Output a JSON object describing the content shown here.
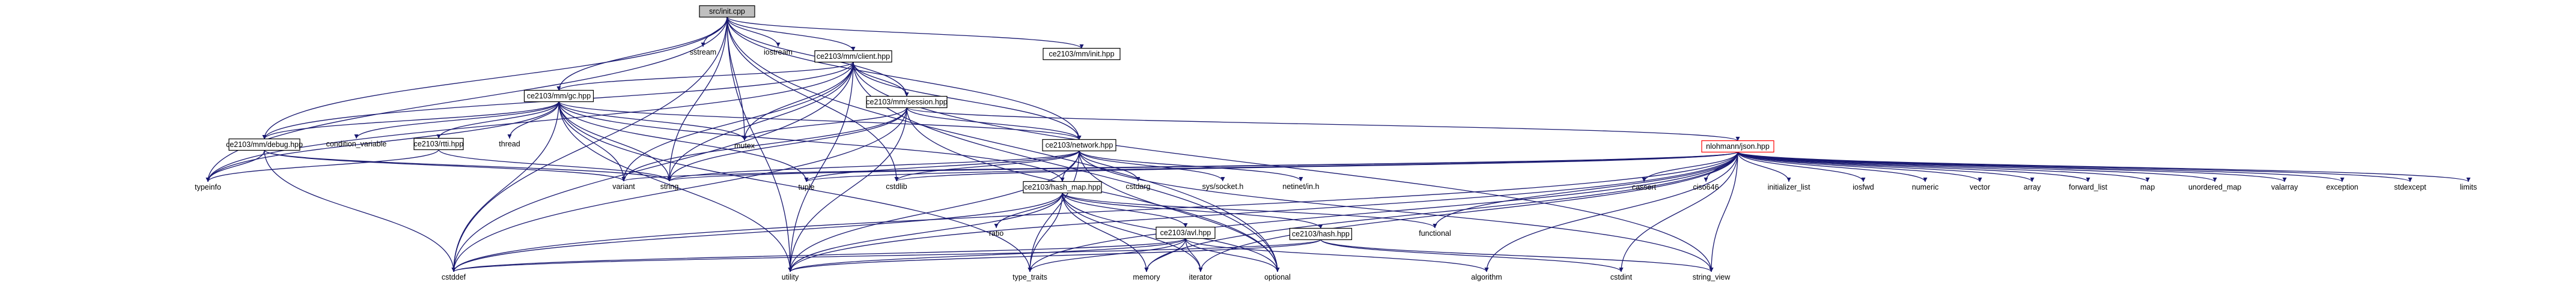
{
  "diagram": {
    "type": "include-dependency-graph",
    "edge_color": "#191970",
    "highlight_color": "#ff0000",
    "root_fill": "#bfbfbf",
    "nodes": [
      {
        "id": "src_init",
        "label": "src/init.cpp",
        "boxed": true,
        "root": true
      },
      {
        "id": "sstream",
        "label": "sstream",
        "boxed": false
      },
      {
        "id": "iostream",
        "label": "iostream",
        "boxed": false
      },
      {
        "id": "client",
        "label": "ce2103/mm/client.hpp",
        "boxed": true
      },
      {
        "id": "init_hpp",
        "label": "ce2103/mm/init.hpp",
        "boxed": true
      },
      {
        "id": "gc",
        "label": "ce2103/mm/gc.hpp",
        "boxed": true
      },
      {
        "id": "session",
        "label": "ce2103/mm/session.hpp",
        "boxed": true
      },
      {
        "id": "cond_var",
        "label": "condition_variable",
        "boxed": false
      },
      {
        "id": "thread",
        "label": "thread",
        "boxed": false
      },
      {
        "id": "mutex",
        "label": "mutex",
        "boxed": false
      },
      {
        "id": "debug",
        "label": "ce2103/mm/debug.hpp",
        "boxed": true
      },
      {
        "id": "rtti",
        "label": "ce2103/rtti.hpp",
        "boxed": true
      },
      {
        "id": "network",
        "label": "ce2103/network.hpp",
        "boxed": true
      },
      {
        "id": "json",
        "label": "nlohmann/json.hpp",
        "boxed": true,
        "highlight": true
      },
      {
        "id": "typeinfo",
        "label": "typeinfo",
        "boxed": false
      },
      {
        "id": "variant",
        "label": "variant",
        "boxed": false
      },
      {
        "id": "string",
        "label": "string",
        "boxed": false
      },
      {
        "id": "tuple",
        "label": "tuple",
        "boxed": false
      },
      {
        "id": "cstdlib",
        "label": "cstdlib",
        "boxed": false
      },
      {
        "id": "cstdarg",
        "label": "cstdarg",
        "boxed": false
      },
      {
        "id": "sys_socket",
        "label": "sys/socket.h",
        "boxed": false
      },
      {
        "id": "netinet",
        "label": "netinet/in.h",
        "boxed": false
      },
      {
        "id": "cassert",
        "label": "cassert",
        "boxed": false
      },
      {
        "id": "ciso646",
        "label": "ciso646",
        "boxed": false
      },
      {
        "id": "init_list",
        "label": "initializer_list",
        "boxed": false
      },
      {
        "id": "iosfwd",
        "label": "iosfwd",
        "boxed": false
      },
      {
        "id": "numeric",
        "label": "numeric",
        "boxed": false
      },
      {
        "id": "vector",
        "label": "vector",
        "boxed": false
      },
      {
        "id": "array",
        "label": "array",
        "boxed": false
      },
      {
        "id": "forward_list",
        "label": "forward_list",
        "boxed": false
      },
      {
        "id": "map",
        "label": "map",
        "boxed": false
      },
      {
        "id": "unordered_map",
        "label": "unordered_map",
        "boxed": false
      },
      {
        "id": "valarray",
        "label": "valarray",
        "boxed": false
      },
      {
        "id": "exception",
        "label": "exception",
        "boxed": false
      },
      {
        "id": "stdexcept",
        "label": "stdexcept",
        "boxed": false
      },
      {
        "id": "limits",
        "label": "limits",
        "boxed": false
      },
      {
        "id": "hash_map",
        "label": "ce2103/hash_map.hpp",
        "boxed": true
      },
      {
        "id": "ratio",
        "label": "ratio",
        "boxed": false
      },
      {
        "id": "functional",
        "label": "functional",
        "boxed": false
      },
      {
        "id": "hash",
        "label": "ce2103/hash.hpp",
        "boxed": true
      },
      {
        "id": "avl",
        "label": "ce2103/avl.hpp",
        "boxed": true
      },
      {
        "id": "cstddef",
        "label": "cstddef",
        "boxed": false
      },
      {
        "id": "utility",
        "label": "utility",
        "boxed": false
      },
      {
        "id": "type_traits",
        "label": "type_traits",
        "boxed": false
      },
      {
        "id": "memory",
        "label": "memory",
        "boxed": false
      },
      {
        "id": "iterator",
        "label": "iterator",
        "boxed": false
      },
      {
        "id": "optional",
        "label": "optional",
        "boxed": false
      },
      {
        "id": "algorithm",
        "label": "algorithm",
        "boxed": false
      },
      {
        "id": "cstdint",
        "label": "cstdint",
        "boxed": false
      },
      {
        "id": "string_view",
        "label": "string_view",
        "boxed": false
      }
    ],
    "edges": [
      [
        "src_init",
        "sstream"
      ],
      [
        "src_init",
        "iostream"
      ],
      [
        "src_init",
        "client"
      ],
      [
        "src_init",
        "init_hpp"
      ],
      [
        "src_init",
        "gc"
      ],
      [
        "src_init",
        "session"
      ],
      [
        "src_init",
        "mutex"
      ],
      [
        "src_init",
        "string"
      ],
      [
        "src_init",
        "debug"
      ],
      [
        "src_init",
        "network"
      ],
      [
        "src_init",
        "cstdlib"
      ],
      [
        "src_init",
        "utility"
      ],
      [
        "src_init",
        "cstddef"
      ],
      [
        "src_init",
        "typeinfo"
      ],
      [
        "src_init",
        "optional"
      ],
      [
        "client",
        "gc"
      ],
      [
        "client",
        "session"
      ],
      [
        "client",
        "network"
      ],
      [
        "client",
        "mutex"
      ],
      [
        "client",
        "string"
      ],
      [
        "client",
        "variant"
      ],
      [
        "client",
        "utility"
      ],
      [
        "client",
        "debug"
      ],
      [
        "client",
        "cstddef"
      ],
      [
        "client",
        "optional"
      ],
      [
        "client",
        "string_view"
      ],
      [
        "client",
        "typeinfo"
      ],
      [
        "gc",
        "cond_var"
      ],
      [
        "gc",
        "thread"
      ],
      [
        "gc",
        "mutex"
      ],
      [
        "gc",
        "debug"
      ],
      [
        "gc",
        "rtti"
      ],
      [
        "gc",
        "network"
      ],
      [
        "gc",
        "string"
      ],
      [
        "gc",
        "variant"
      ],
      [
        "gc",
        "tuple"
      ],
      [
        "gc",
        "hash_map"
      ],
      [
        "gc",
        "utility"
      ],
      [
        "gc",
        "cstddef"
      ],
      [
        "gc",
        "typeinfo"
      ],
      [
        "gc",
        "type_traits"
      ],
      [
        "session",
        "network"
      ],
      [
        "session",
        "mutex"
      ],
      [
        "session",
        "string"
      ],
      [
        "session",
        "variant"
      ],
      [
        "session",
        "utility"
      ],
      [
        "session",
        "json"
      ],
      [
        "session",
        "cstddef"
      ],
      [
        "session",
        "optional"
      ],
      [
        "debug",
        "string"
      ],
      [
        "debug",
        "variant"
      ],
      [
        "debug",
        "cstddef"
      ],
      [
        "debug",
        "typeinfo"
      ],
      [
        "rtti",
        "string"
      ],
      [
        "rtti",
        "typeinfo"
      ],
      [
        "network",
        "string"
      ],
      [
        "network",
        "cstdlib"
      ],
      [
        "network",
        "cstdarg"
      ],
      [
        "network",
        "sys_socket"
      ],
      [
        "network",
        "netinet"
      ],
      [
        "network",
        "hash_map"
      ],
      [
        "network",
        "optional"
      ],
      [
        "network",
        "utility"
      ],
      [
        "network",
        "type_traits"
      ],
      [
        "network",
        "string_view"
      ],
      [
        "network",
        "tuple"
      ],
      [
        "json",
        "cassert"
      ],
      [
        "json",
        "ciso646"
      ],
      [
        "json",
        "init_list"
      ],
      [
        "json",
        "iosfwd"
      ],
      [
        "json",
        "numeric"
      ],
      [
        "json",
        "vector"
      ],
      [
        "json",
        "array"
      ],
      [
        "json",
        "forward_list"
      ],
      [
        "json",
        "map"
      ],
      [
        "json",
        "unordered_map"
      ],
      [
        "json",
        "valarray"
      ],
      [
        "json",
        "exception"
      ],
      [
        "json",
        "stdexcept"
      ],
      [
        "json",
        "limits"
      ],
      [
        "json",
        "string"
      ],
      [
        "json",
        "tuple"
      ],
      [
        "json",
        "cstdlib"
      ],
      [
        "json",
        "functional"
      ],
      [
        "json",
        "utility"
      ],
      [
        "json",
        "cstddef"
      ],
      [
        "json",
        "type_traits"
      ],
      [
        "json",
        "memory"
      ],
      [
        "json",
        "iterator"
      ],
      [
        "json",
        "algorithm"
      ],
      [
        "json",
        "cstdint"
      ],
      [
        "json",
        "string_view"
      ],
      [
        "json",
        "variant"
      ],
      [
        "hash_map",
        "ratio"
      ],
      [
        "hash_map",
        "functional"
      ],
      [
        "hash_map",
        "hash"
      ],
      [
        "hash_map",
        "avl"
      ],
      [
        "hash_map",
        "cstddef"
      ],
      [
        "hash_map",
        "utility"
      ],
      [
        "hash_map",
        "type_traits"
      ],
      [
        "hash_map",
        "memory"
      ],
      [
        "hash_map",
        "iterator"
      ],
      [
        "hash_map",
        "optional"
      ],
      [
        "hash",
        "cstddef"
      ],
      [
        "hash",
        "cstdint"
      ],
      [
        "hash",
        "string_view"
      ],
      [
        "hash",
        "utility"
      ],
      [
        "avl",
        "cstddef"
      ],
      [
        "avl",
        "utility"
      ],
      [
        "avl",
        "type_traits"
      ],
      [
        "avl",
        "memory"
      ],
      [
        "avl",
        "iterator"
      ],
      [
        "avl",
        "optional"
      ],
      [
        "avl",
        "algorithm"
      ]
    ]
  }
}
